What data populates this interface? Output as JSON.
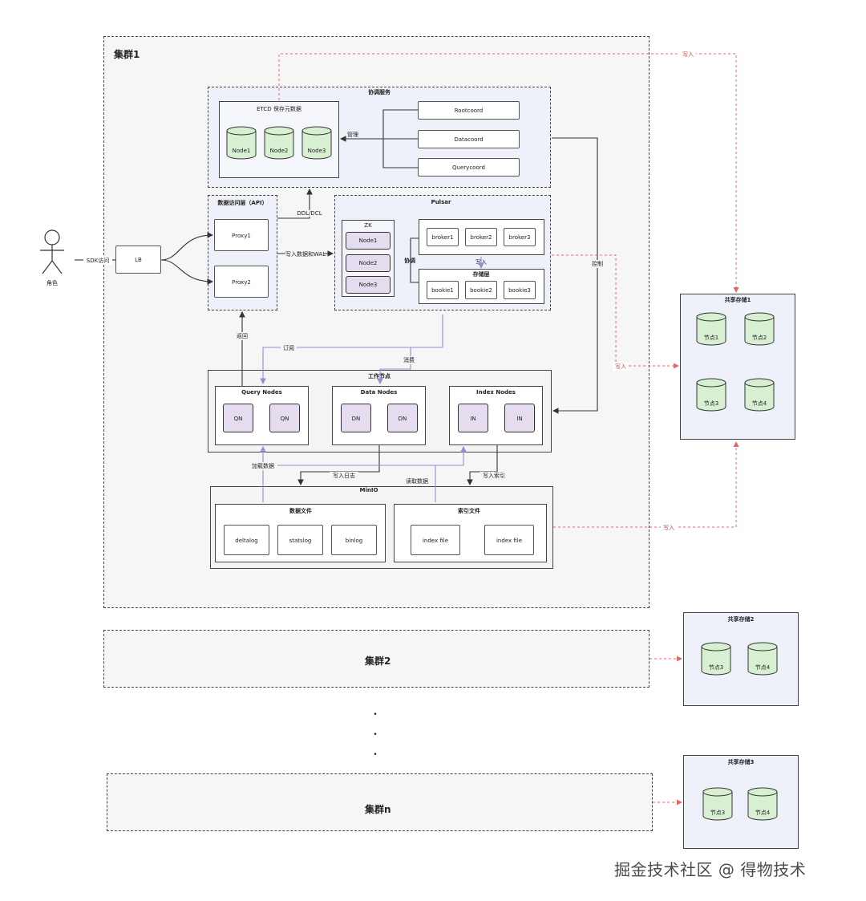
{
  "cluster1": {
    "title": "集群1"
  },
  "cluster2": {
    "title": "集群2"
  },
  "clustern": {
    "title": "集群n"
  },
  "actor": {
    "label": "角色"
  },
  "sdk_label": "SDK访问",
  "lb": {
    "label": "LB"
  },
  "coord": {
    "title": "协调服务",
    "etcd_title": "ETCD 保存元数据",
    "nodes": [
      "Node1",
      "Node2",
      "Node3"
    ],
    "services": [
      "Rootcoord",
      "Datacoord",
      "Querycoord"
    ],
    "manage_label": "管理"
  },
  "access": {
    "title": "数据访问层（API）",
    "proxies": [
      "Proxy1",
      "Proxy2"
    ]
  },
  "ddl_label": "DDL/DCL",
  "write_label": "写入数据和WAL",
  "pulsar": {
    "title": "Pulsar",
    "zk_title": "ZK",
    "zk_nodes": [
      "Node1",
      "Node2",
      "Node3"
    ],
    "brokers": [
      "broker1",
      "broker2",
      "broker3"
    ],
    "bookie_title": "存储层",
    "bookies": [
      "bookie1",
      "bookie2",
      "bookie3"
    ],
    "sync_label": "协调",
    "write_label": "写入"
  },
  "sub_label_1": "订阅",
  "sub_label_2": "消费",
  "return_label": "返回",
  "control_label": "控制",
  "worker": {
    "title": "工作节点",
    "groups": [
      {
        "title": "Query Nodes",
        "items": [
          "QN",
          "QN"
        ]
      },
      {
        "title": "Data Nodes",
        "items": [
          "DN",
          "DN"
        ]
      },
      {
        "title": "Index Nodes",
        "items": [
          "IN",
          "IN"
        ]
      }
    ]
  },
  "load_label": "加载数据",
  "write_log_label": "写入日志",
  "read_data_label": "读取数据",
  "write_index_label": "写入索引",
  "minio": {
    "title": "MinIO",
    "data_title": "数据文件",
    "data_files": [
      "deltalog",
      "statslog",
      "binlog"
    ],
    "index_title": "索引文件",
    "index_files": [
      "index file",
      "index file"
    ]
  },
  "storage1": {
    "title": "共享存储1",
    "nodes": [
      "节点1",
      "节点2",
      "节点3",
      "节点4"
    ]
  },
  "storage2": {
    "title": "共享存储2",
    "nodes": [
      "节点3",
      "节点4"
    ]
  },
  "storage3": {
    "title": "共享存储3",
    "nodes": [
      "节点3",
      "节点4"
    ]
  },
  "write_in_label": "写入",
  "dots": [
    "•",
    "•",
    "•"
  ],
  "watermark": "掘金技术社区 @ 得物技术",
  "colors": {
    "cylinder_fill": "#d8f0d2",
    "node_tile": "#e6dcf0",
    "zone_fill": "#eef1f9",
    "red_link": "#e06a6a",
    "purple_link": "#9a8ad8"
  }
}
